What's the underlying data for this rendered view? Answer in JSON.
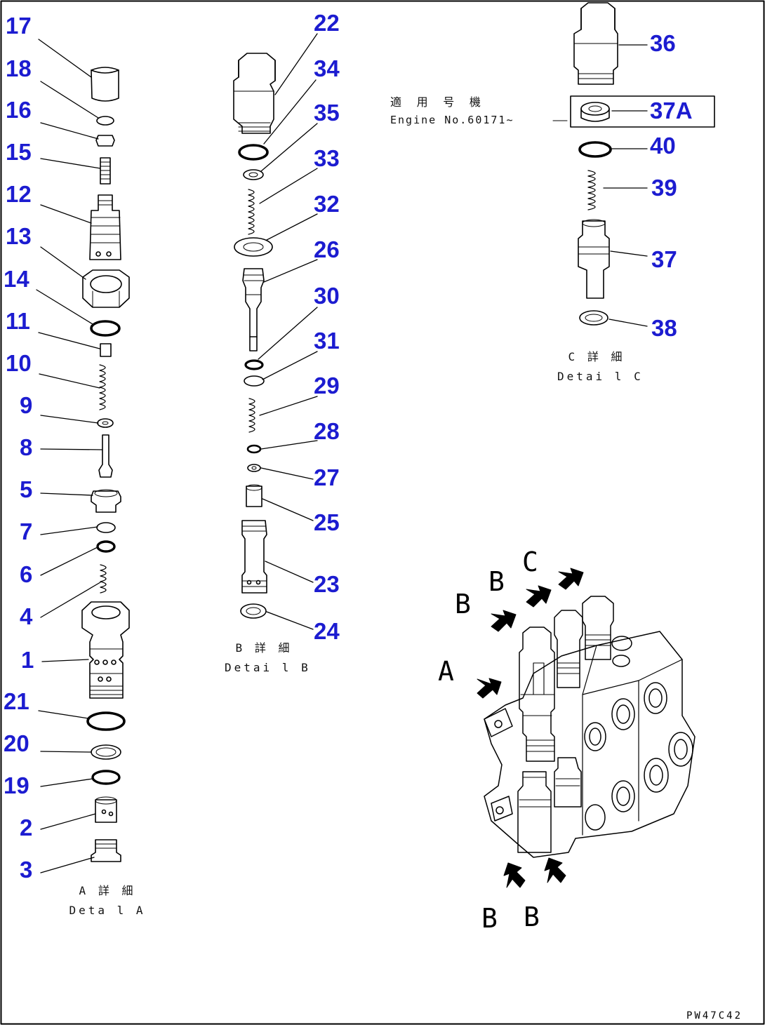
{
  "callouts": {
    "n17": "17",
    "n18": "18",
    "n16": "16",
    "n15": "15",
    "n12": "12",
    "n13": "13",
    "n14": "14",
    "n11": "11",
    "n10": "10",
    "n9": "9",
    "n8": "8",
    "n5": "5",
    "n7": "7",
    "n6": "6",
    "n4": "4",
    "n1": "1",
    "n21": "21",
    "n20": "20",
    "n19": "19",
    "n2": "2",
    "n3": "3",
    "n22": "22",
    "n34": "34",
    "n35": "35",
    "n33": "33",
    "n32": "32",
    "n26": "26",
    "n30": "30",
    "n31": "31",
    "n29": "29",
    "n28": "28",
    "n27": "27",
    "n25": "25",
    "n23": "23",
    "n24": "24",
    "n36": "36",
    "n37A": "37A",
    "n40": "40",
    "n39": "39",
    "n37": "37",
    "n38": "38"
  },
  "captions": {
    "detail_a_jp": "A 詳 細",
    "detail_a_en": "Deta l A",
    "detail_b_jp": "B 詳 細",
    "detail_b_en": "Detai l B",
    "detail_c_jp": "C 詳 細",
    "detail_c_en": "Detai l C",
    "serial_jp": "適 用 号 機",
    "serial_en": "Engine No.60171~"
  },
  "view_markers": {
    "a": "A",
    "b1": "B",
    "b2": "B",
    "c": "C",
    "b3": "B",
    "b4": "B"
  },
  "drawing_number": "PW47C42",
  "colors": {
    "callout": "#1c1cd0",
    "line": "#000000",
    "background": "#ffffff"
  }
}
